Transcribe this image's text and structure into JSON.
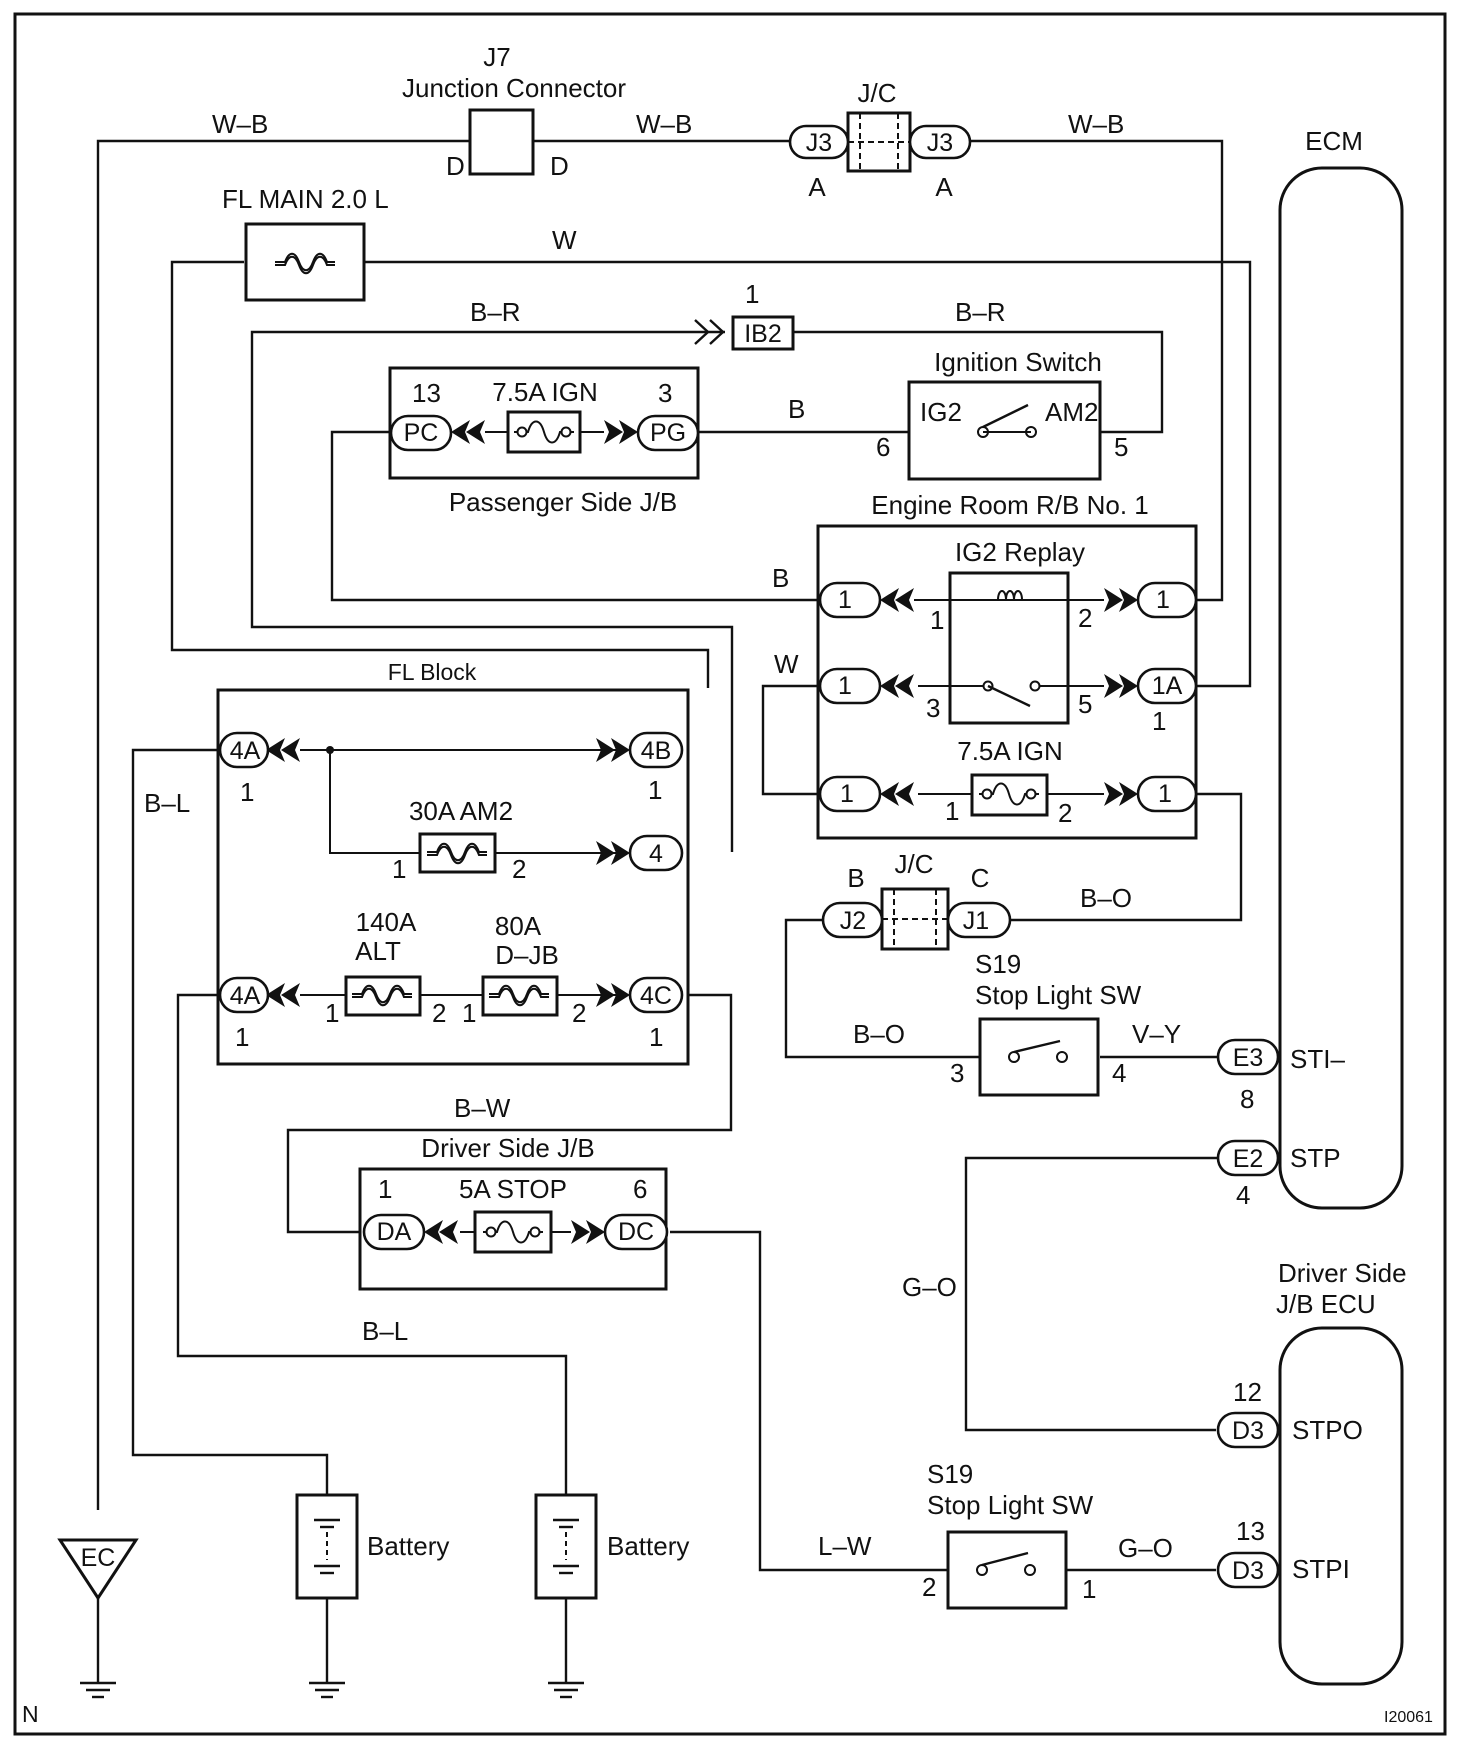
{
  "figure_id": "I20061",
  "corner_mark": "N",
  "wire_colors": {
    "wb_left": "W–B",
    "wb_mid": "W–B",
    "wb_right": "W–B",
    "w_top": "W",
    "br_left": "B–R",
    "br_right": "B–R",
    "b_ign": "B",
    "b_relay": "B",
    "w_relay": "W",
    "bl_left": "B–L",
    "bw": "B–W",
    "bl_bottom": "B–L",
    "bo_top": "B–O",
    "bo_left": "B–O",
    "vy": "V–Y",
    "go_vert": "G–O",
    "lw": "L–W",
    "go_bottom": "G–O"
  },
  "junction_connector_j7": {
    "code": "J7",
    "name": "Junction Connector",
    "pin_left": "D",
    "pin_right": "D"
  },
  "jc_top": {
    "label": "J/C",
    "conn_left": "J3",
    "conn_right": "J3",
    "pin_left": "A",
    "pin_right": "A"
  },
  "fl_main": {
    "label": "FL MAIN 2.0 L"
  },
  "ib2": {
    "label": "IB2",
    "pin": "1"
  },
  "passenger_jb": {
    "name": "Passenger Side J/B",
    "fuse": "7.5A IGN",
    "conn_left": "PC",
    "conn_right": "PG",
    "pin_left": "13",
    "pin_right": "3"
  },
  "ignition_switch": {
    "name": "Ignition Switch",
    "term_left": "IG2",
    "term_right": "AM2",
    "pin_left": "6",
    "pin_right": "5"
  },
  "engine_room_rb": {
    "name": "Engine Room R/B No. 1",
    "relay": "IG2 Replay",
    "fuse": "7.5A IGN",
    "conns": [
      "1",
      "1",
      "1",
      "1A",
      "1",
      "1"
    ],
    "pins": [
      "1",
      "2",
      "3",
      "5",
      "1",
      "1",
      "2"
    ]
  },
  "fl_block": {
    "name": "FL Block",
    "fuse_am2": "30A AM2",
    "fuse_alt_a": "140A",
    "fuse_alt_b": "ALT",
    "fuse_djb_a": "80A",
    "fuse_djb_b": "D–JB",
    "conns": [
      "4A",
      "4B",
      "4",
      "4A",
      "4C"
    ],
    "pins": [
      "1",
      "1",
      "1",
      "2",
      "1",
      "2",
      "1",
      "2",
      "1",
      "1"
    ]
  },
  "jc_mid": {
    "label": "J/C",
    "conn_left": "J2",
    "conn_right": "J1",
    "pin_left": "B",
    "pin_right": "C"
  },
  "stop_sw_upper": {
    "code": "S19",
    "name": "Stop Light SW",
    "pin_left": "3",
    "pin_right": "4"
  },
  "stop_sw_lower": {
    "code": "S19",
    "name": "Stop Light SW",
    "pin_left": "2",
    "pin_right": "1"
  },
  "driver_jb": {
    "name": "Driver Side J/B",
    "fuse": "5A STOP",
    "conn_left": "DA",
    "conn_right": "DC",
    "pin_left": "1",
    "pin_right": "6"
  },
  "ecm": {
    "name": "ECM",
    "conn_sti": "E3",
    "term_sti": "STI–",
    "pin_sti": "8",
    "conn_stp": "E2",
    "term_stp": "STP",
    "pin_stp": "4"
  },
  "jb_ecu": {
    "name_a": "Driver Side",
    "name_b": "J/B ECU",
    "conn_stpo": "D3",
    "term_stpo": "STPO",
    "pin_stpo": "12",
    "conn_stpi": "D3",
    "term_stpi": "STPI",
    "pin_stpi": "13"
  },
  "battery_left": {
    "label": "Battery"
  },
  "battery_right": {
    "label": "Battery"
  },
  "ground_ec": {
    "label": "EC"
  }
}
